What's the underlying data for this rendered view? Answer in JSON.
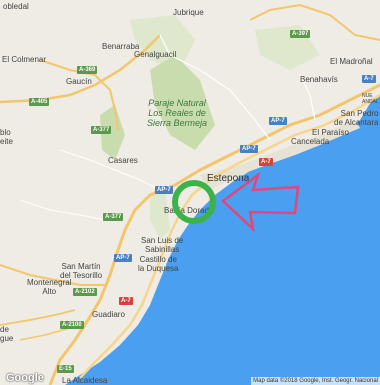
{
  "map": {
    "colors": {
      "land": "#eeece4",
      "sea": "#4a9ff0",
      "forest": "#c9dcae",
      "highway": "#f4c66c",
      "marker_circle": "#3cb34a",
      "marker_arrow": "#e0477a"
    },
    "places": [
      {
        "id": "coast-top-left",
        "text": "obledal"
      },
      {
        "id": "jubrique",
        "text": "Jubrique"
      },
      {
        "id": "benarraba",
        "text": "Benarraba"
      },
      {
        "id": "genalguacil",
        "text": "Genalguacil"
      },
      {
        "id": "el-colmenar",
        "text": "El Colmenar"
      },
      {
        "id": "el-madronal",
        "text": "El Madroñal"
      },
      {
        "id": "gaucin",
        "text": "Gaucín"
      },
      {
        "id": "benahavis",
        "text": "Benahavís"
      },
      {
        "id": "nueva-andalucia",
        "text": "NUE\nANDAL"
      },
      {
        "id": "san-pedro",
        "text": "San Pedro\nde Alcantara"
      },
      {
        "id": "pueblo-left",
        "text": "blo\neite"
      },
      {
        "id": "el-paraiso",
        "text": "El Paraíso"
      },
      {
        "id": "cancelada",
        "text": "Cancelada"
      },
      {
        "id": "casares",
        "text": "Casares"
      },
      {
        "id": "estepona",
        "text": "Estepona"
      },
      {
        "id": "bahia-dorada",
        "text": "Bahía Dorada"
      },
      {
        "id": "san-luis",
        "text": "San Luis de\nSabinillas"
      },
      {
        "id": "castillo",
        "text": "Castillo de\nla Duquesa"
      },
      {
        "id": "san-martin",
        "text": "San Martín\ndel Tesorillo"
      },
      {
        "id": "montenegral",
        "text": "Montenegral\nAlto"
      },
      {
        "id": "guadiaro",
        "text": "Guadiaro"
      },
      {
        "id": "la-alcaidesa",
        "text": "La Alcaidesa"
      },
      {
        "id": "de-left",
        "text": "de\ngue"
      }
    ],
    "park": {
      "text": "Paraje Natural\nLos Reales de\nSierra Bermeja"
    },
    "road_shields": [
      {
        "id": "a397",
        "text": "A-397",
        "kind": "green"
      },
      {
        "id": "a369",
        "text": "A-369",
        "kind": "green"
      },
      {
        "id": "a405",
        "text": "A-405",
        "kind": "green"
      },
      {
        "id": "a7-ne",
        "text": "A-7",
        "kind": "blue"
      },
      {
        "id": "a7-mid",
        "text": "AP-7",
        "kind": "blue"
      },
      {
        "id": "a377-n",
        "text": "A-377",
        "kind": "green"
      },
      {
        "id": "ap7-est",
        "text": "AP-7",
        "kind": "blue"
      },
      {
        "id": "a7-red-1",
        "text": "A-7",
        "kind": "red"
      },
      {
        "id": "ap7-w",
        "text": "AP-7",
        "kind": "blue"
      },
      {
        "id": "a377-s",
        "text": "A-377",
        "kind": "green"
      },
      {
        "id": "ap7-s",
        "text": "AP-7",
        "kind": "blue"
      },
      {
        "id": "a2102",
        "text": "A-2102",
        "kind": "green"
      },
      {
        "id": "a7-red-2",
        "text": "A-7",
        "kind": "red"
      },
      {
        "id": "a2100",
        "text": "A-2100",
        "kind": "green"
      },
      {
        "id": "e15",
        "text": "E-15",
        "kind": "green"
      }
    ],
    "logo": "Google",
    "attribution": "Map data ©2018 Google, Inst. Geogr. Nacional"
  }
}
